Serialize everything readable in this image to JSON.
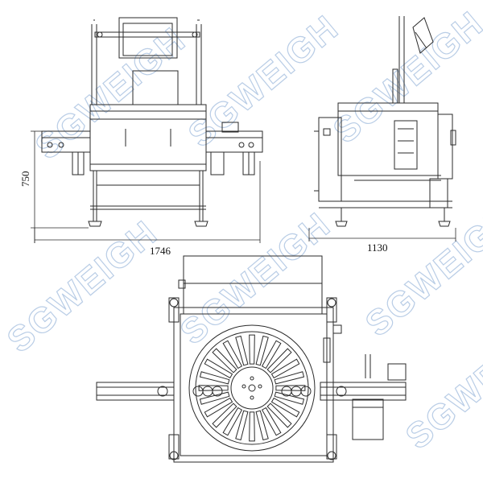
{
  "dimensions": {
    "height": "750",
    "front_width": "1746",
    "side_depth": "1130"
  },
  "watermark": {
    "text": "SGWEIGH",
    "color": "#b9cde6"
  },
  "colors": {
    "line": "#2a2a2a",
    "background": "#ffffff"
  },
  "views": [
    "front-view",
    "side-view",
    "top-view"
  ]
}
